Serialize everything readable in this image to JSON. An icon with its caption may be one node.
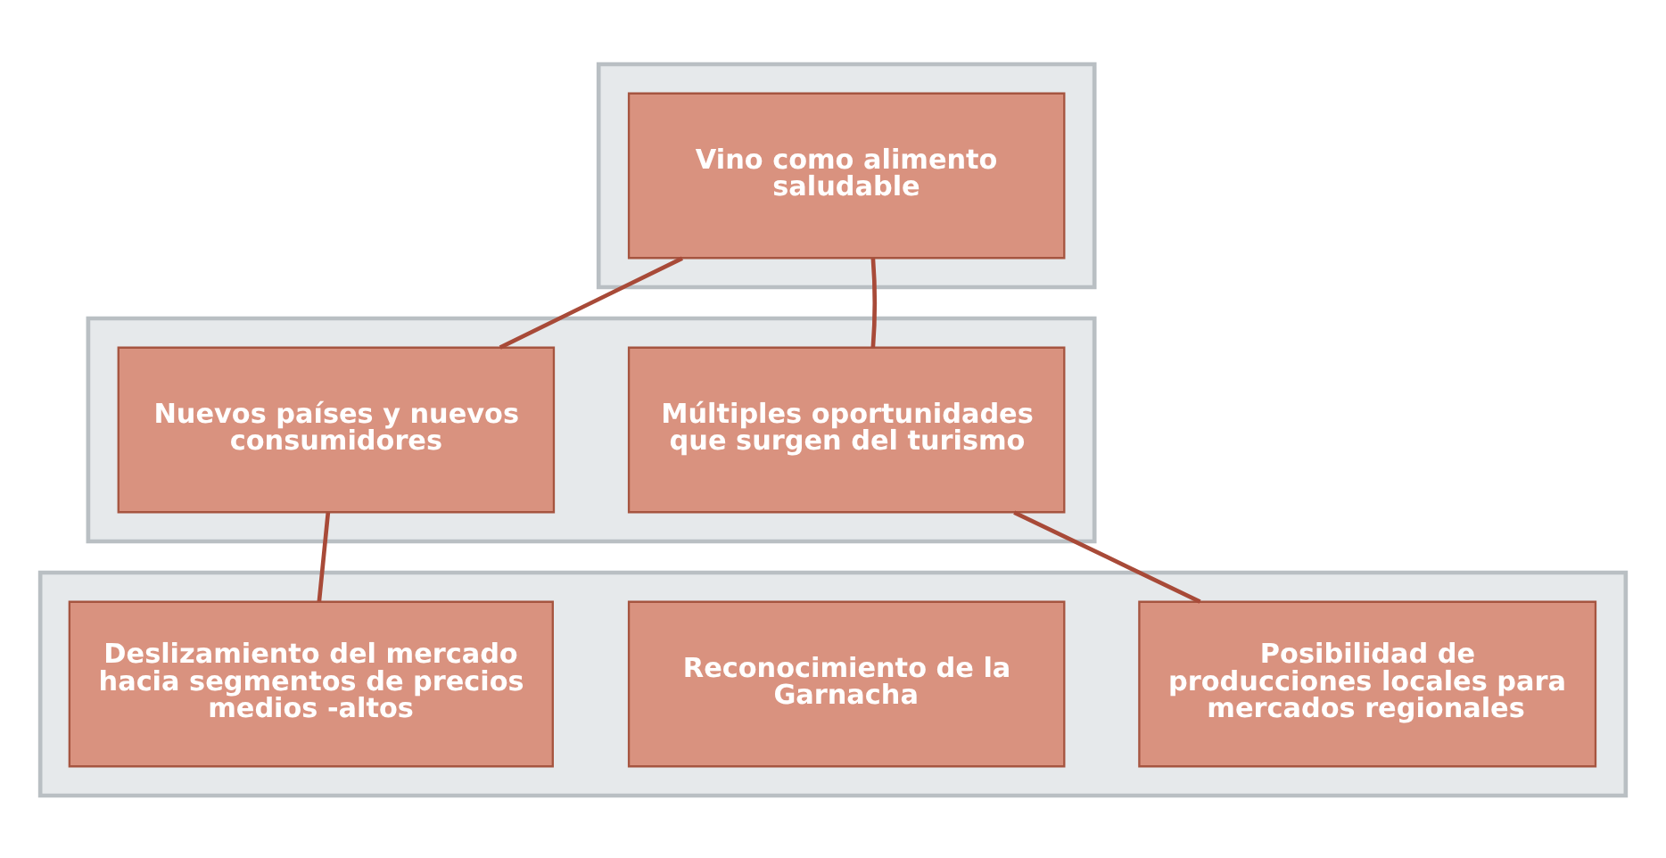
{
  "diagram": {
    "nodes": [
      {
        "text": [],
        "shape": "box"
      },
      {
        "text": [
          "Vino como alimento saludable"
        ],
        "in": 0
      },
      {
        "text": [],
        "shape": "box"
      },
      {
        "text": [
          "Nuevos países y nuevos consumidores"
        ],
        "in": 2
      },
      {
        "text": [
          "Múltiples oportunidades que surgen del turismo"
        ],
        "in": 2
      },
      {
        "text": [],
        "shape": "box"
      },
      {
        "text": [
          "Deslizamiento del mercado hacia segmentos de precios medios -altos"
        ],
        "in": 5
      },
      {
        "text": [
          "Reconocimiento de la Garnacha"
        ],
        "in": 5
      },
      {
        "text": [
          "Posibilidad de producciones locales para mercados regionales"
        ],
        "in": 5
      }
    ],
    "edges": [
      {
        "from": 1,
        "to": 3,
        "arrow": "none"
      },
      {
        "from": 1,
        "to": 4,
        "arrow": "none"
      },
      {
        "from": 3,
        "to": 6,
        "arrow": "none"
      },
      {
        "from": 4,
        "to": 8,
        "arrow": "none"
      }
    ]
  }
}
